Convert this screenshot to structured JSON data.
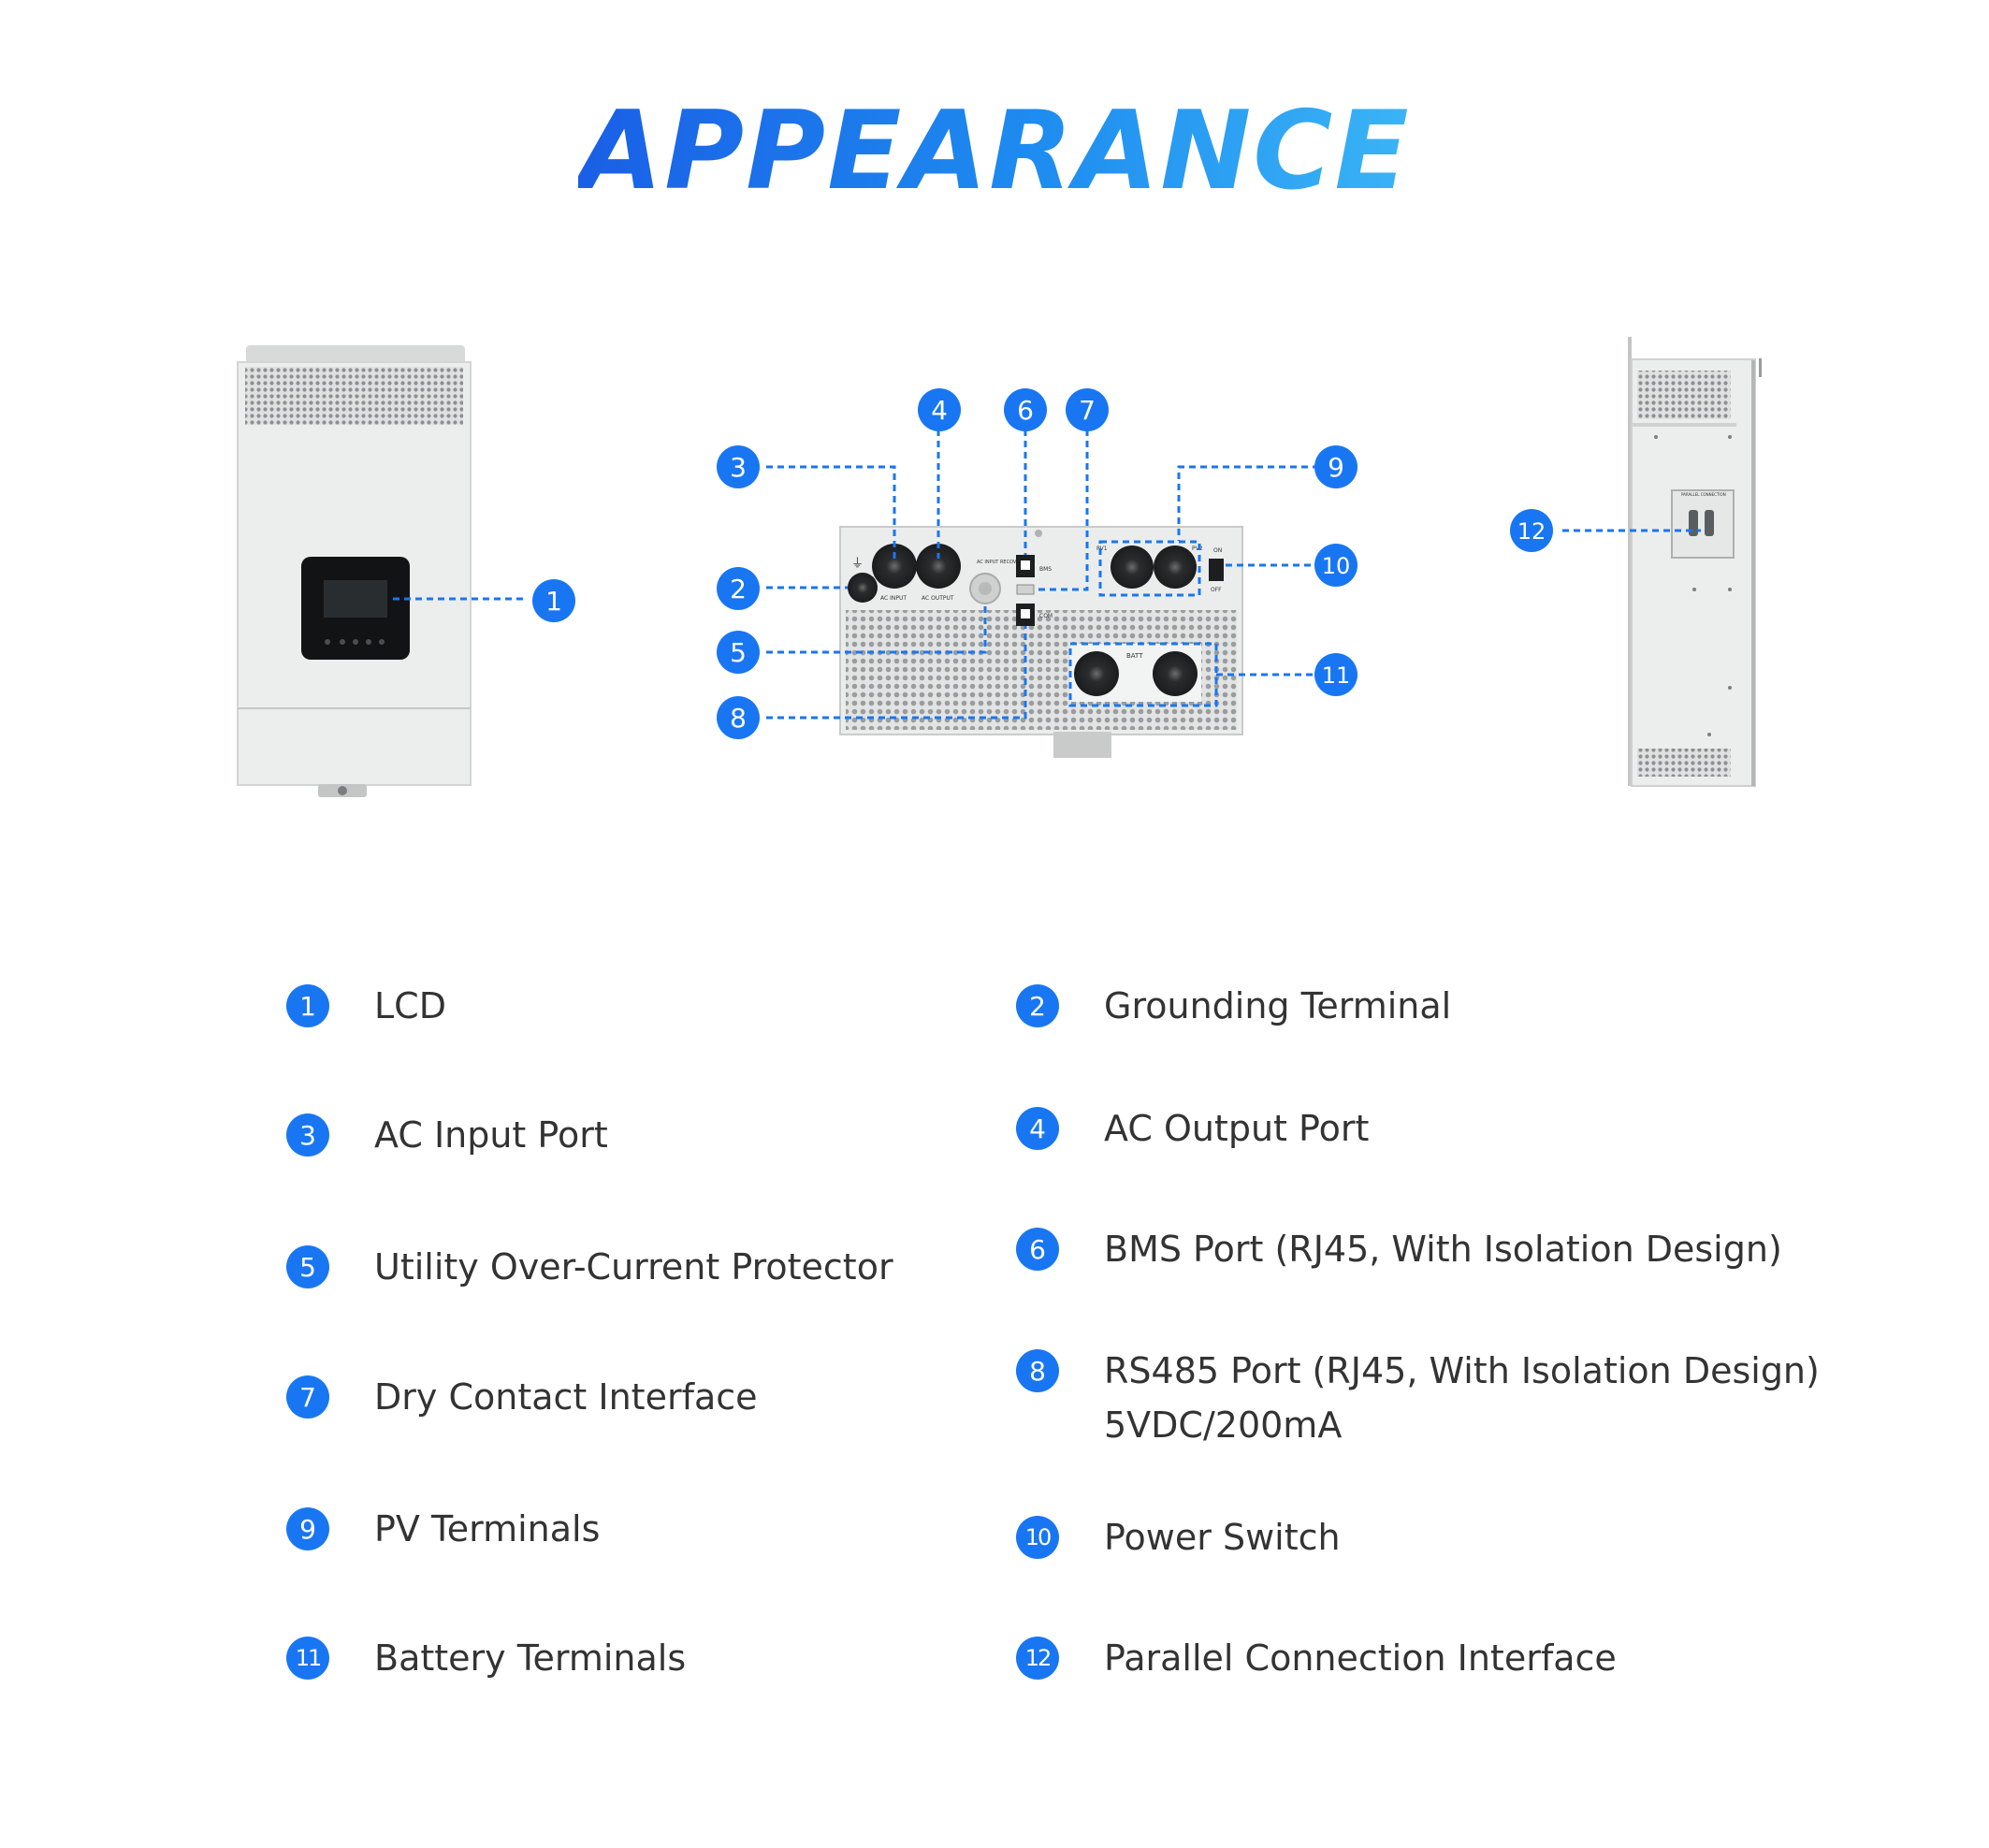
{
  "title": "APPEARANCE",
  "colors": {
    "accent": "#1976f2",
    "title_gradient_start": "#1a5fe6",
    "title_gradient_end": "#3ab4f6",
    "device_body": "#eceeed",
    "text": "#333333"
  },
  "callouts": [
    "1",
    "2",
    "3",
    "4",
    "5",
    "6",
    "7",
    "8",
    "9",
    "10",
    "11",
    "12"
  ],
  "device_labels": {
    "ac_input": "AC INPUT",
    "ac_output": "AC OUTPUT",
    "recover": "AC INPUT RECOVER",
    "bms": "BMS",
    "com": "COM",
    "pv1": "PV1",
    "pv2": "PV2",
    "on": "ON",
    "off": "OFF",
    "batt": "BATT",
    "parallel": "PARALLEL CONNECTION"
  },
  "legend": [
    {
      "num": "1",
      "text": "LCD"
    },
    {
      "num": "2",
      "text": "Grounding Terminal"
    },
    {
      "num": "3",
      "text": "AC Input Port"
    },
    {
      "num": "4",
      "text": "AC Output Port"
    },
    {
      "num": "5",
      "text": "Utility Over-Current Protector"
    },
    {
      "num": "6",
      "text": "BMS Port (RJ45, With Isolation Design)"
    },
    {
      "num": "7",
      "text": "Dry Contact Interface"
    },
    {
      "num": "8",
      "text": "RS485 Port (RJ45, With Isolation Design)",
      "text2": "5VDC/200mA"
    },
    {
      "num": "9",
      "text": "PV Terminals"
    },
    {
      "num": "10",
      "text": "Power Switch"
    },
    {
      "num": "11",
      "text": "Battery Terminals"
    },
    {
      "num": "12",
      "text": "Parallel Connection Interface"
    }
  ]
}
